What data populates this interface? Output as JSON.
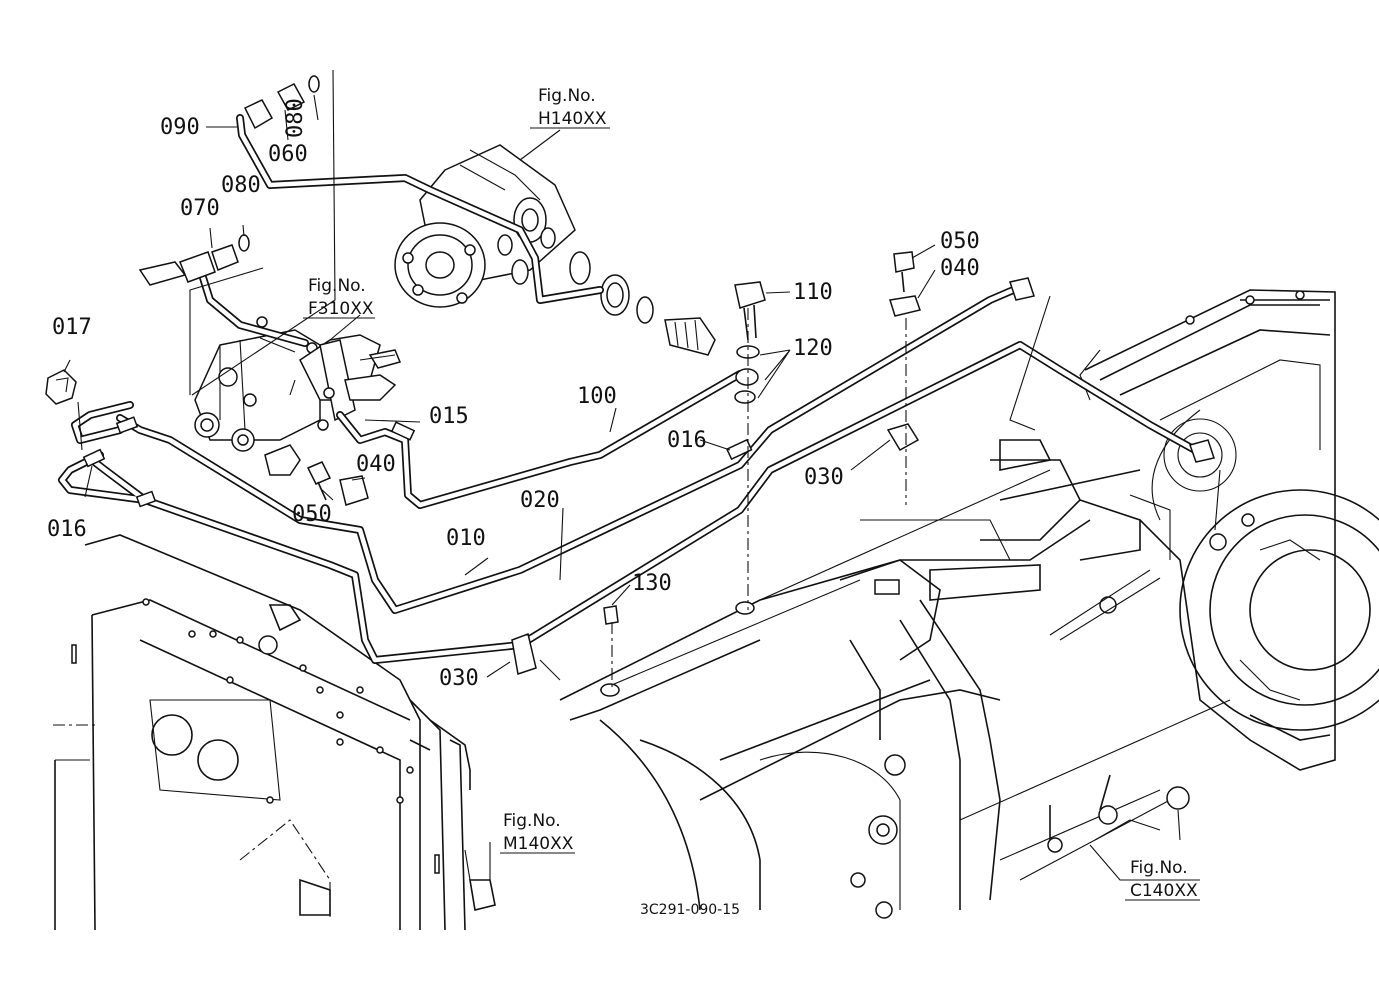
{
  "figure_code": "3C291-090-15",
  "callouts": [
    {
      "id": "c090",
      "text": "090"
    },
    {
      "id": "c060",
      "text": "060"
    },
    {
      "id": "c080a",
      "text": "080"
    },
    {
      "id": "c080b",
      "text": "080"
    },
    {
      "id": "c070",
      "text": "070"
    },
    {
      "id": "c017",
      "text": "017"
    },
    {
      "id": "c015",
      "text": "015"
    },
    {
      "id": "c040a",
      "text": "040"
    },
    {
      "id": "c050a",
      "text": "050"
    },
    {
      "id": "c016a",
      "text": "016"
    },
    {
      "id": "c100",
      "text": "100"
    },
    {
      "id": "c016b",
      "text": "016"
    },
    {
      "id": "c020",
      "text": "020"
    },
    {
      "id": "c010",
      "text": "010"
    },
    {
      "id": "c110",
      "text": "110"
    },
    {
      "id": "c120",
      "text": "120"
    },
    {
      "id": "c050b",
      "text": "050"
    },
    {
      "id": "c040b",
      "text": "040"
    },
    {
      "id": "c030a",
      "text": "030"
    },
    {
      "id": "c130",
      "text": "130"
    },
    {
      "id": "c030b",
      "text": "030"
    }
  ],
  "figure_refs": [
    {
      "id": "H140",
      "line1": "Fig.No.",
      "line2": "H140XX"
    },
    {
      "id": "F310",
      "line1": "Fig.No.",
      "line2": "F310XX"
    },
    {
      "id": "M140",
      "line1": "Fig.No.",
      "line2": "M140XX"
    },
    {
      "id": "C140",
      "line1": "Fig.No.",
      "line2": "C140XX"
    }
  ]
}
